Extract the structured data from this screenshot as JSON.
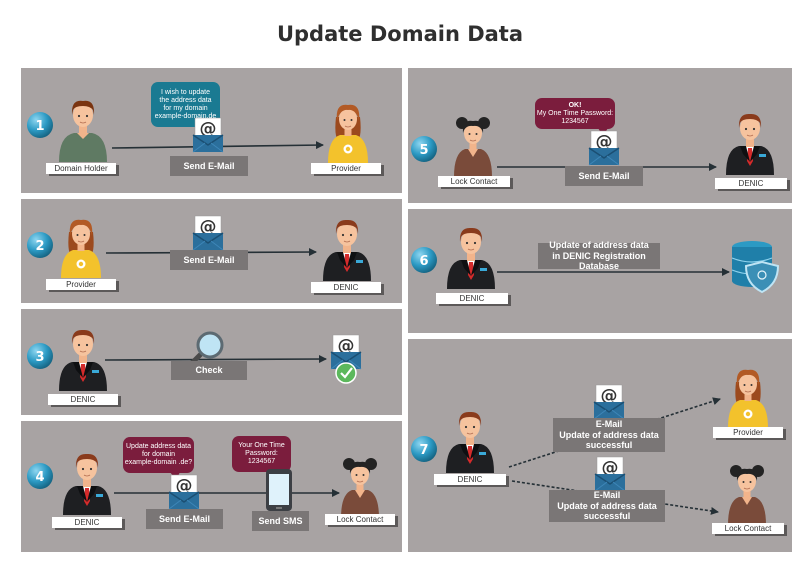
{
  "title": "Update Domain Data",
  "steps": [
    "1",
    "2",
    "3",
    "4",
    "5",
    "6",
    "7"
  ],
  "roles": {
    "domain_holder": "Domain Holder",
    "provider": "Provider",
    "denic": "DENIC",
    "lock_contact": "Lock Contact"
  },
  "actions": {
    "send_email": "Send E-Mail",
    "send_sms": "Send SMS",
    "check": "Check",
    "update_db_line1": "Update of address data",
    "update_db_line2": "in DENIC Registration Database",
    "success_email": "E-Mail",
    "success_line1": "Update of address data",
    "success_line2": "successful"
  },
  "bubbles": {
    "step1": [
      "I wish to update",
      "the address data",
      "for my domain",
      "example-domain.de"
    ],
    "step4_email": [
      "Update address data",
      "for domain",
      "example-domain .de?"
    ],
    "step4_sms": [
      "Your One Time",
      "Password:",
      "1234567"
    ],
    "step5": [
      "OK!",
      "My One Time Password:",
      "1234567"
    ]
  },
  "colors": {
    "panel": "#a8a3a3",
    "button": "#7a7676",
    "bubble_teal": "#1a7a92",
    "bubble_maroon": "#7b1d3d",
    "step_circle": "#2c9ac4",
    "check_green": "#5cb85c"
  },
  "icons": [
    "at-sign-envelope-icon",
    "magnifier-icon",
    "checkmark-icon",
    "smartphone-icon",
    "database-shield-icon"
  ]
}
